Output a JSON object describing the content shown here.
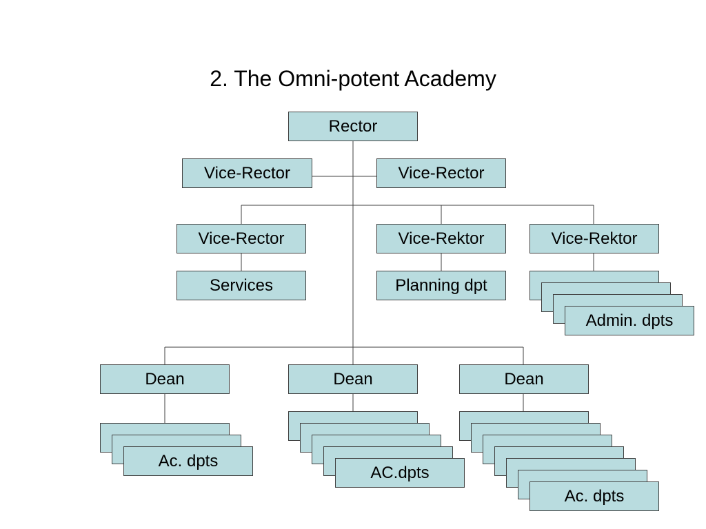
{
  "title": "2. The Omni-potent Academy",
  "colors": {
    "box_fill": "#b9dcdf",
    "box_border": "#404040",
    "line": "#404040"
  },
  "nodes": {
    "rector": "Rector",
    "vice_rector_left": "Vice-Rector",
    "vice_rector_right": "Vice-Rector",
    "vice_rector_services": "Vice-Rector",
    "vice_rektor_planning": "Vice-Rektor",
    "vice_rektor_admin": "Vice-Rektor",
    "services": "Services",
    "planning": "Planning dpt",
    "admin_dpts": "Admin. dpts",
    "dean_1": "Dean",
    "dean_2": "Dean",
    "dean_3": "Dean",
    "ac_dpts_1": "Ac. dpts",
    "ac_dpts_2": "AC.dpts",
    "ac_dpts_3": "Ac. dpts"
  }
}
